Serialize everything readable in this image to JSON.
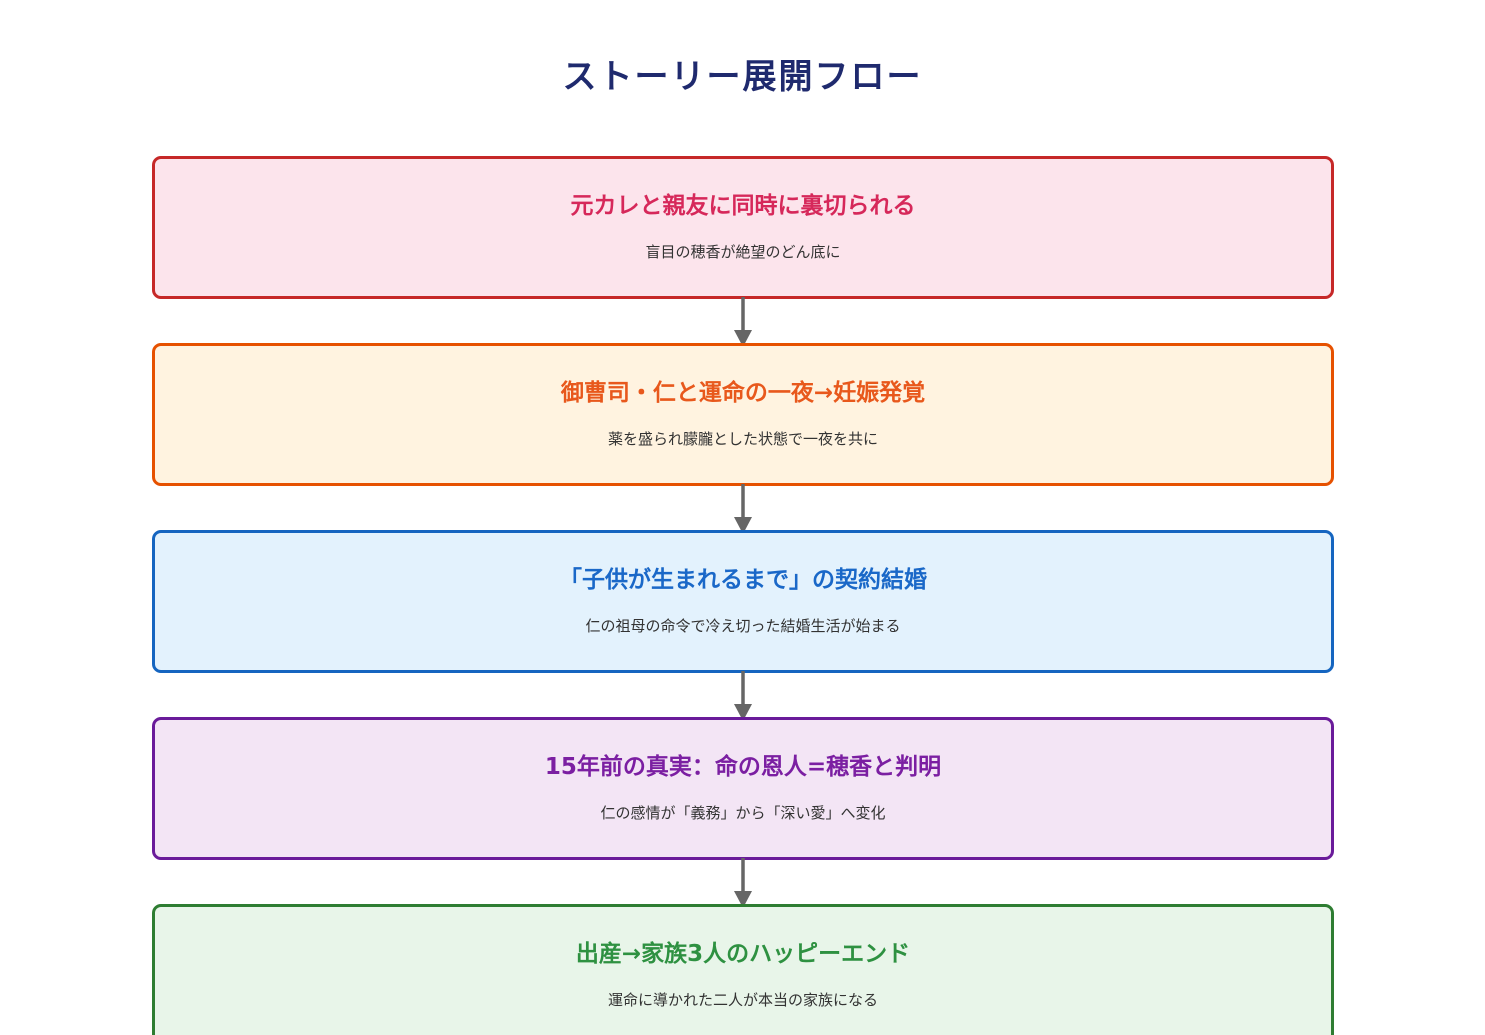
{
  "page": {
    "title": "ストーリー展開フロー",
    "title_color": "#1f2a6e",
    "background": "#ffffff"
  },
  "connector": {
    "icon": "down-arrow-icon",
    "color": "#666666",
    "count": 4
  },
  "flow": {
    "nodes": [
      {
        "id": "node-1",
        "title": "元カレと親友に同時に裏切られる",
        "subtitle": "盲目の穂香が絶望のどん底に",
        "accent_color": "#c62828",
        "title_color": "#d6285a",
        "fill_color": "#fce4ec",
        "variant": "red"
      },
      {
        "id": "node-2",
        "title": "御曹司・仁と運命の一夜→妊娠発覚",
        "subtitle": "薬を盛られ朦朧とした状態で一夜を共に",
        "accent_color": "#e65100",
        "title_color": "#e8581c",
        "fill_color": "#fff3e0",
        "variant": "orange"
      },
      {
        "id": "node-3",
        "title": "「子供が生まれるまで」の契約結婚",
        "subtitle": "仁の祖母の命令で冷え切った結婚生活が始まる",
        "accent_color": "#1565c0",
        "title_color": "#1a68c8",
        "fill_color": "#e3f2fd",
        "variant": "blue"
      },
      {
        "id": "node-4",
        "title": "15年前の真実：命の恩人=穂香と判明",
        "subtitle": "仁の感情が「義務」から「深い愛」へ変化",
        "accent_color": "#6a1b9a",
        "title_color": "#7b1fa2",
        "fill_color": "#f3e5f5",
        "variant": "purple"
      },
      {
        "id": "node-5",
        "title": "出産→家族3人のハッピーエンド",
        "subtitle": "運命に導かれた二人が本当の家族になる",
        "accent_color": "#2e7d32",
        "title_color": "#2e9141",
        "fill_color": "#e8f5e9",
        "variant": "green"
      }
    ]
  }
}
